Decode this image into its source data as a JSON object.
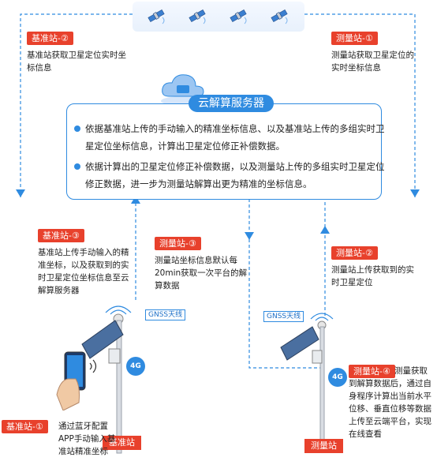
{
  "cloud": {
    "title": "云解算服务器",
    "bullets": [
      "依据基准站上传的手动输入的精准坐标信息、以及基准站上传的多组实时卫星定位坐标信息，计算出卫星定位修正补偿数据。",
      "依据计算出的卫星定位修正补偿数据，以及测量站上传的多组实时卫星定位修正数据，进一步为测量站解算出更为精准的坐标信息。"
    ]
  },
  "steps": {
    "base2": {
      "tag": "基准站-②",
      "text": "基准站获取卫星定位实时坐标信息"
    },
    "meas1": {
      "tag": "测量站-①",
      "text": "测量站获取卫星定位的实时坐标信息"
    },
    "base3": {
      "tag": "基准站-③",
      "text": "基准站上传手动输入的精准坐标，以及获取到的实时卫星定位坐标信息至云解算服务器"
    },
    "meas3": {
      "tag": "测量站-③",
      "text": "测量站坐标信息默认每20min获取一次平台的解算数据"
    },
    "meas2": {
      "tag": "测量站-②",
      "text": "测量站上传获取到的实时卫星定位"
    },
    "base1": {
      "tag": "基准站-①",
      "text": "通过蓝牙配置APP手动输入基准站精准坐标"
    },
    "meas4": {
      "tag": "测量站-④",
      "text": "测量获取到解算数据后，通过自身程序计算出当前水平位移、垂直位移等数据上传至云端平台，实现在线查看"
    }
  },
  "stations": {
    "base_label": "基准站",
    "meas_label": "测量站",
    "antenna": "GNSS天线",
    "net": "4G"
  },
  "colors": {
    "accent": "#2f8be0",
    "tag": "#e8412c"
  },
  "icons": [
    "satellite-icon",
    "cloud-server-icon",
    "phone-icon",
    "antenna-icon",
    "solar-panel-icon",
    "signal-4g-icon"
  ]
}
